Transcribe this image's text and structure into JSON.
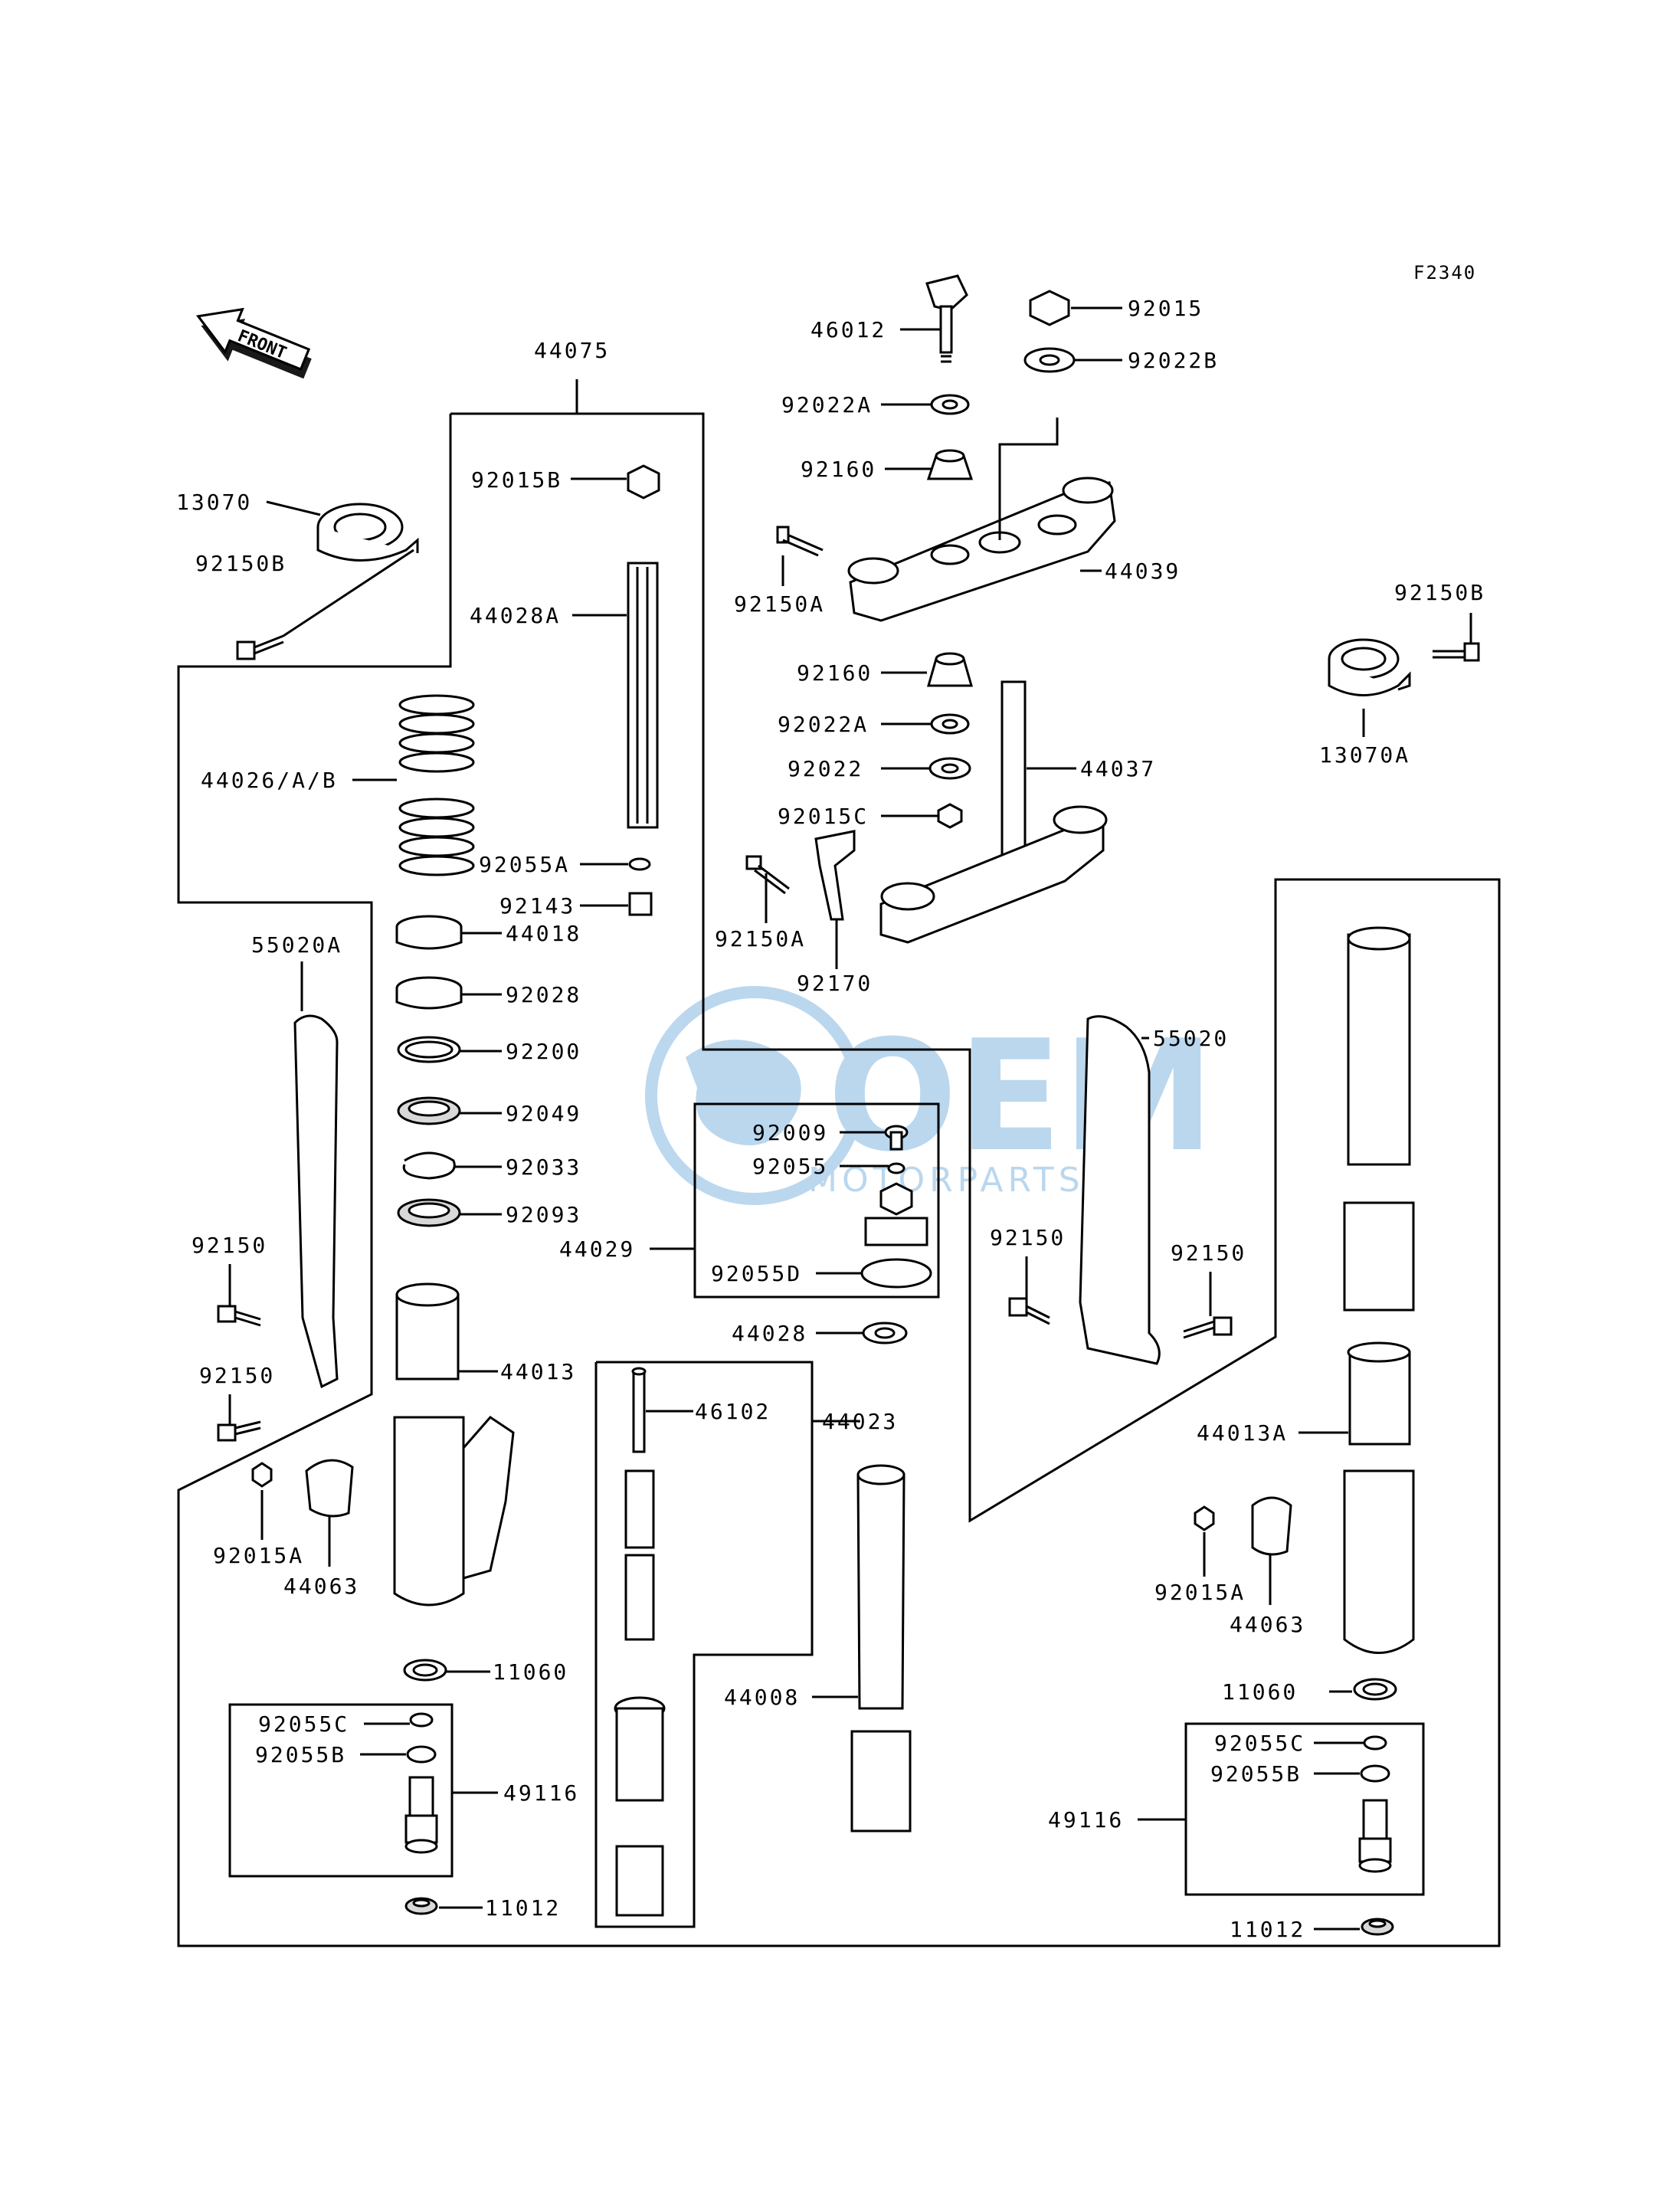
{
  "diagram": {
    "code": "F2340",
    "front_label": "FRONT",
    "watermark": {
      "brand": "OEM",
      "sub": "MOTORPARTS",
      "color": "#3d8ed1"
    },
    "parts": [
      "46012",
      "92015",
      "92022B",
      "92022A",
      "92160",
      "92150A",
      "44039",
      "92150B",
      "13070A",
      "44075",
      "92015B",
      "44028A",
      "13070",
      "92150B",
      "44026/A/B",
      "92160",
      "92022A",
      "92022",
      "44037",
      "92015C",
      "92055A",
      "92143",
      "92150A",
      "92170",
      "44018",
      "55020A",
      "92028",
      "92200",
      "92049",
      "92033",
      "92093",
      "55020",
      "92009",
      "92055",
      "44029",
      "92055D",
      "92150",
      "92150",
      "92150",
      "92150",
      "44028",
      "44013",
      "46102",
      "44023",
      "44013A",
      "92015A",
      "44063",
      "92015A",
      "44063",
      "11060",
      "44008",
      "11060",
      "92055C",
      "92055B",
      "49116",
      "92055C",
      "92055B",
      "49116",
      "11012",
      "11012"
    ]
  }
}
